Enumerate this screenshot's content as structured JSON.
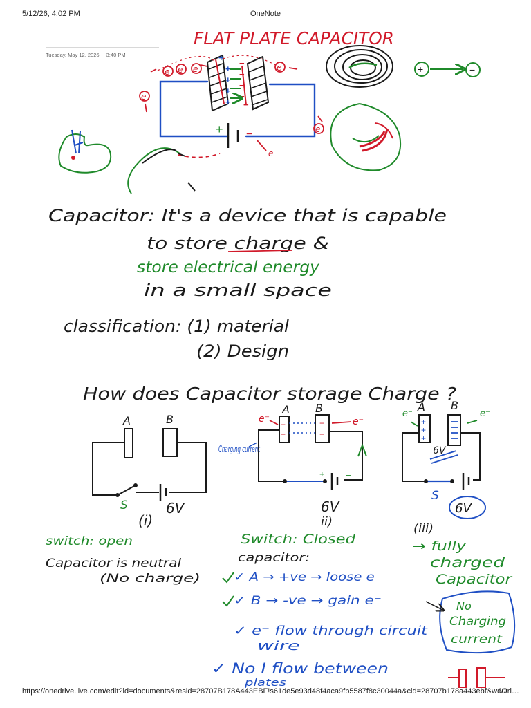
{
  "browser": {
    "timestamp": "5/12/26, 4:02 PM",
    "app_title": "OneNote",
    "url": "https://onedrive.live.com/edit?id=documents&resid=28707B178A443EBF!s61de5e93d48f4aca9fb5587f8c30044a&cid=28707b178a443ebf&wdOri…",
    "page_number": "1/2"
  },
  "note": {
    "date": "Tuesday, May 12, 2026",
    "time": "3:40 PM",
    "title": "FLAT PLATE CAPACITOR",
    "line1_a": "Capacitor: It's a device that is capable",
    "line1_b": "to store charge &",
    "line2": "store electrical energy",
    "line3": "in a small space",
    "class_line": "classification: (1) material",
    "class_line2": "(2) Design",
    "question": "How does Capacitor storage Charge ?",
    "label_A": "A",
    "label_B": "B",
    "switch_S": "S",
    "voltage": "6V",
    "fig1_label": "(i)",
    "fig2_label": "ii)",
    "fig3_label": "(iii)",
    "charging_current": "Charging current",
    "fig1_note1": "switch: open",
    "fig1_note2": "Capacitor is neutral",
    "fig1_note3": "(No charge)",
    "fig2_note1": "Switch: Closed",
    "fig2_note2": "capacitor:",
    "fig2_A": "✓ A → +ve → loose e⁻",
    "fig2_B": "✓ B → -ve → gain e⁻",
    "fig2_flow1": "✓ e⁻ flow through circuit",
    "fig2_flow2": "wire",
    "fig2_noI": "✓ No I flow between",
    "fig2_noI2": "plates",
    "fig3_note1": "→ fully",
    "fig3_note2": "charged",
    "fig3_note3": "Capacitor",
    "fig3_box1": "No",
    "fig3_box2": "Charging",
    "fig3_box3": "current",
    "e_symbol": "e",
    "e_minus": "e⁻",
    "plus": "+",
    "minus": "−"
  },
  "colors": {
    "red": "#d11a2a",
    "green": "#1f8a2a",
    "blue": "#1f4fc4",
    "black": "#1a1a1a"
  }
}
